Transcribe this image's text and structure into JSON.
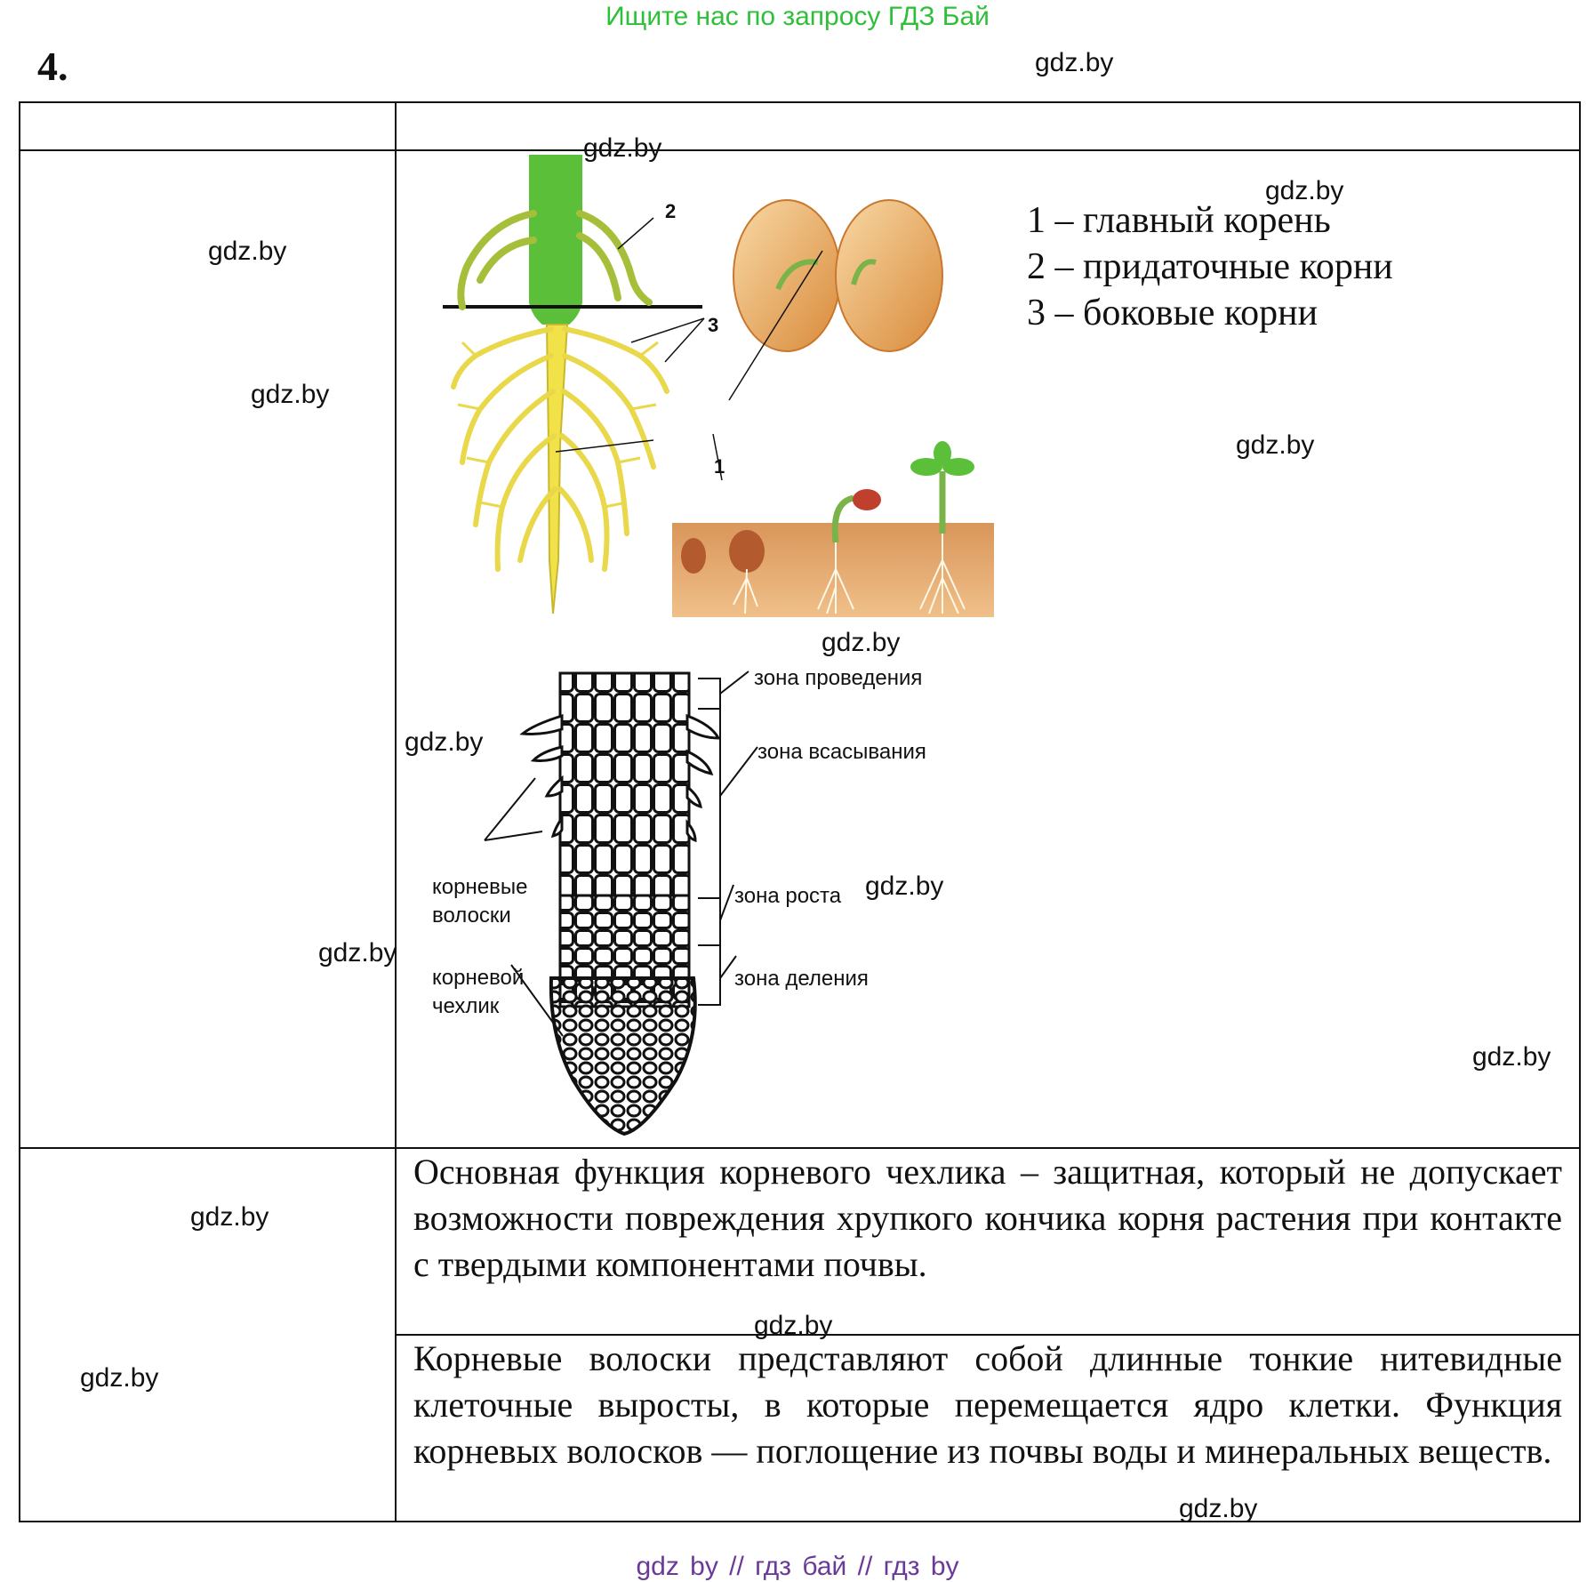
{
  "banner": "Ищите нас по запросу ГДЗ Бай",
  "task_number": "4.",
  "watermark": "gdz.by",
  "legend": [
    "1 – главный корень",
    "2 – придаточные корни",
    "3 – боковые корни"
  ],
  "figure1": {
    "labels": [
      "1",
      "2",
      "3"
    ]
  },
  "figure2": {
    "zones": [
      "зона проведения",
      "зона всасывания",
      "зона роста",
      "зона деления"
    ],
    "root_hairs": [
      "корневые",
      "волоски"
    ],
    "root_cap": [
      "корневой",
      "чехлик"
    ]
  },
  "answers": [
    "Основная функция корневого чехлика – защитная, который не допускает возможности повреждения хрупкого кончика корня растения при контакте с твердыми компонентами почвы.",
    "Корневые волоски представляют собой длинные тонкие нитевидные клеточные выросты, в которые перемещается ядро клетки. Функция корневых волосков — поглощение из почвы воды и минеральных веществ."
  ],
  "footer": "gdz by  //  гдз бай  //  гдз by"
}
